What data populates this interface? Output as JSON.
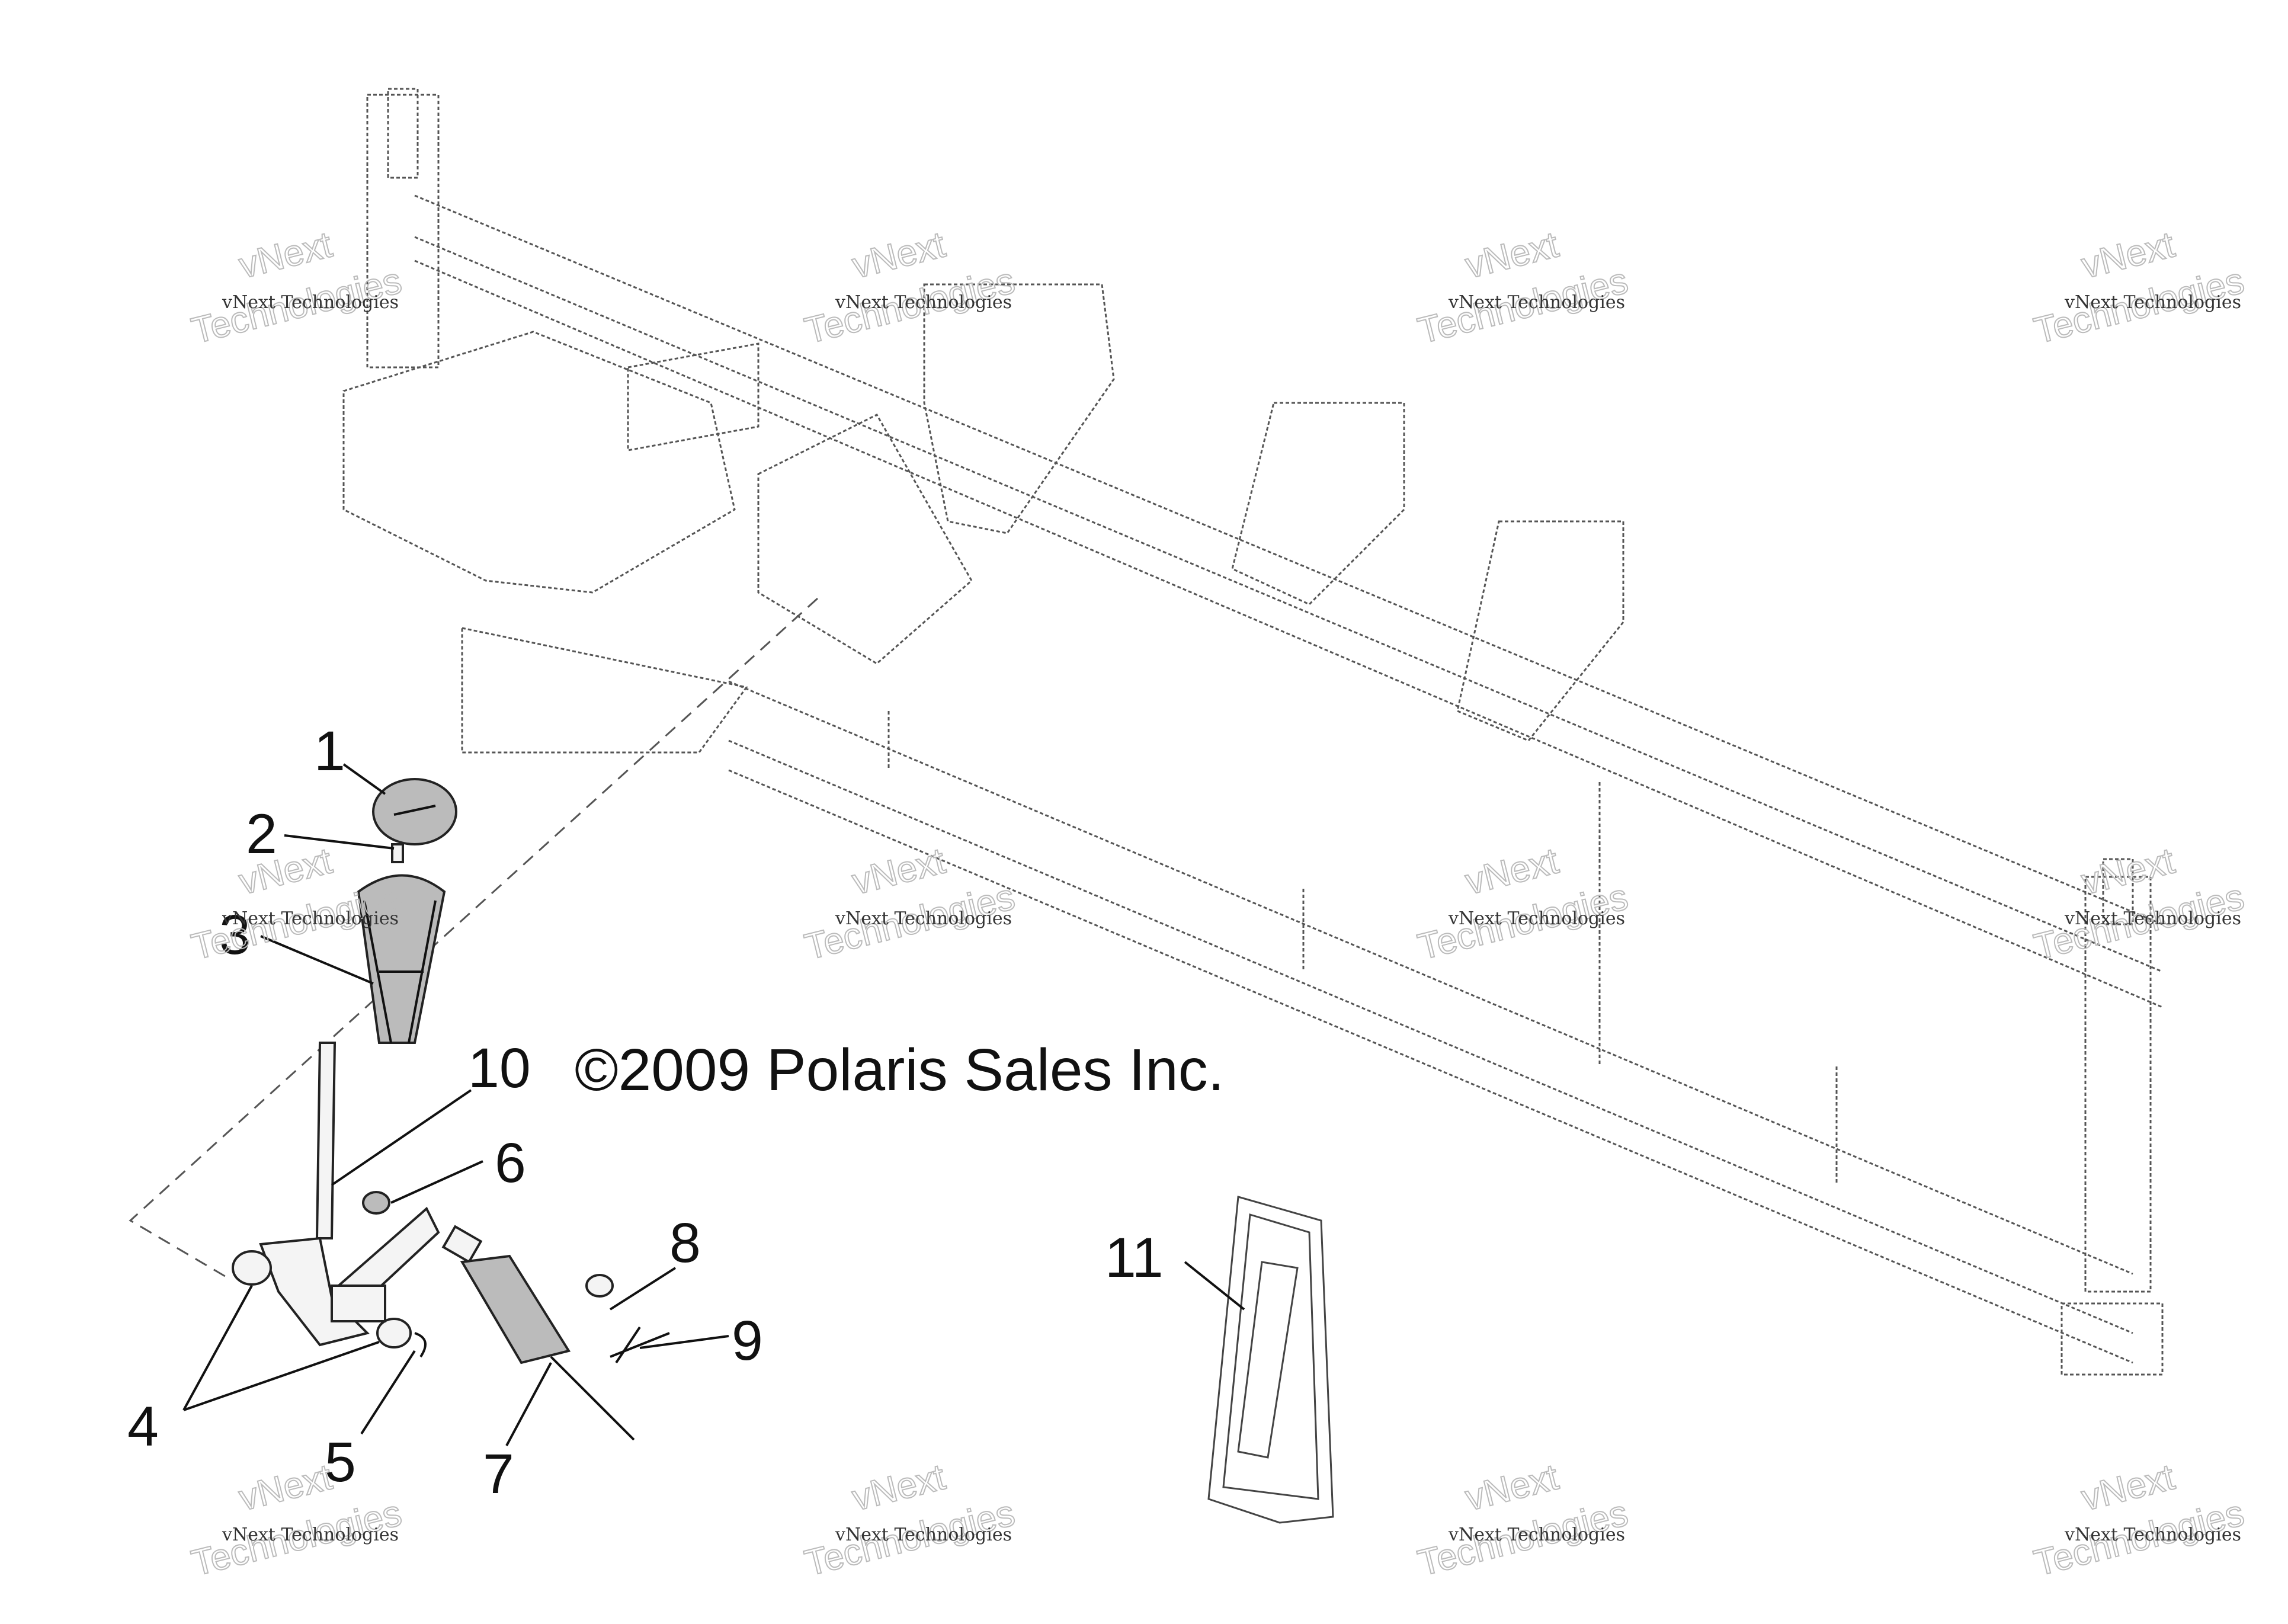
{
  "copyright": "©2009 Polaris Sales Inc.",
  "watermark": {
    "line1": "vNext",
    "line2": "vNext Technologies",
    "line3": "Technologies"
  },
  "callouts": [
    "1",
    "2",
    "3",
    "4",
    "5",
    "6",
    "7",
    "8",
    "9",
    "10",
    "11"
  ]
}
